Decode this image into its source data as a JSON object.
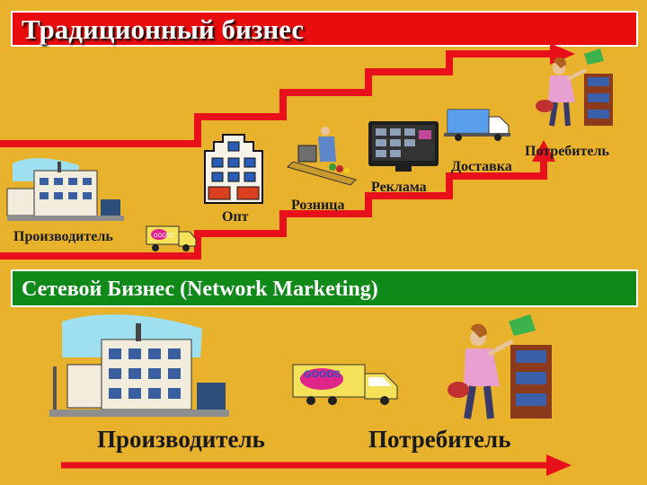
{
  "traditional": {
    "title": "Традиционный бизнес",
    "steps": [
      "Производитель",
      "Опт",
      "Розница",
      "Реклама",
      "Доставка",
      "Потребитель"
    ],
    "goods_label": "GOODS"
  },
  "network": {
    "title": "Сетевой Бизнес  (Network Marketing)",
    "producer": "Производитель",
    "consumer": "Потребитель",
    "goods_label": "GOODS"
  },
  "colors": {
    "background": "#E8B22C",
    "banner_red": "#E80C0C",
    "banner_green": "#0F8A18",
    "arrow": "#E8101A"
  }
}
